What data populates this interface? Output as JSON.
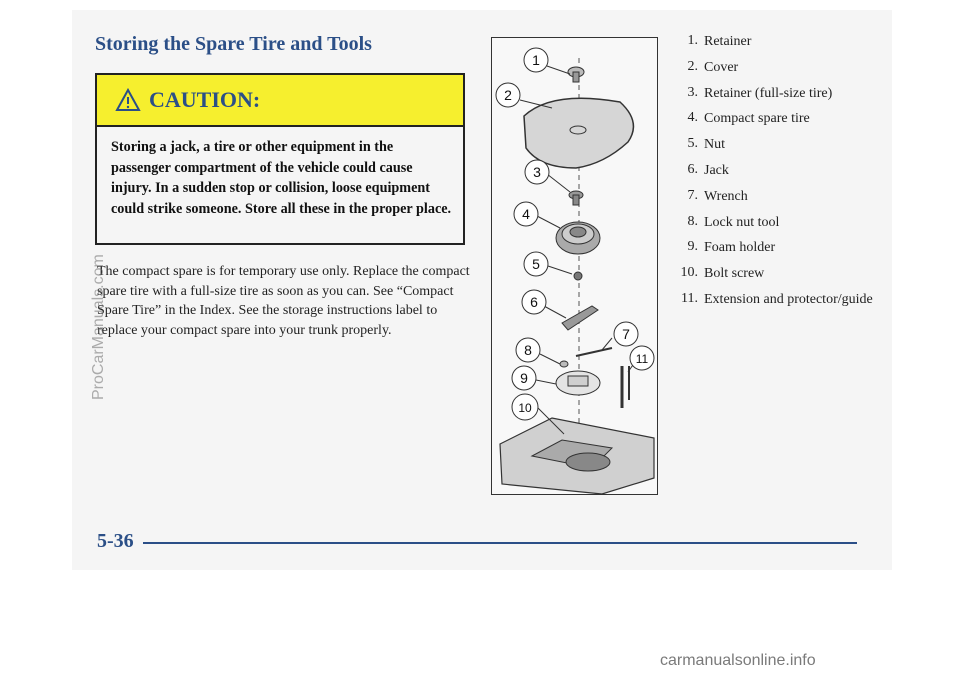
{
  "section_title": "Storing the Spare Tire and Tools",
  "caution": {
    "label": "CAUTION:",
    "text": "Storing a jack, a tire or other equipment in the passenger compartment of the vehicle could cause injury. In a sudden stop or collision, loose equipment could strike someone. Store all these in the proper place."
  },
  "body_text": "The compact spare is for temporary use only. Replace the compact spare tire with a full-size tire as soon as you can. See “Compact Spare Tire” in the Index. See the storage instructions label to replace your compact spare into your trunk properly.",
  "figure_callouts": [
    "1",
    "2",
    "3",
    "4",
    "5",
    "6",
    "7",
    "8",
    "9",
    "10",
    "11"
  ],
  "parts": [
    {
      "num": "1.",
      "label": "Retainer"
    },
    {
      "num": "2.",
      "label": "Cover"
    },
    {
      "num": "3.",
      "label": "Retainer (full-size tire)"
    },
    {
      "num": "4.",
      "label": "Compact spare tire"
    },
    {
      "num": "5.",
      "label": "Nut"
    },
    {
      "num": "6.",
      "label": "Jack"
    },
    {
      "num": "7.",
      "label": "Wrench"
    },
    {
      "num": "8.",
      "label": "Lock nut tool"
    },
    {
      "num": "9.",
      "label": "Foam holder"
    },
    {
      "num": "10.",
      "label": "Bolt screw"
    },
    {
      "num": "11.",
      "label": "Extension and protector/guide"
    }
  ],
  "page_number": "5-36",
  "watermarks": {
    "side": "ProCarManuals.com",
    "bottom": "carmanualsonline.info"
  },
  "colors": {
    "heading_blue": "#2b4f87",
    "caution_yellow": "#f6ef2e",
    "page_bg": "#f5f5f5"
  }
}
